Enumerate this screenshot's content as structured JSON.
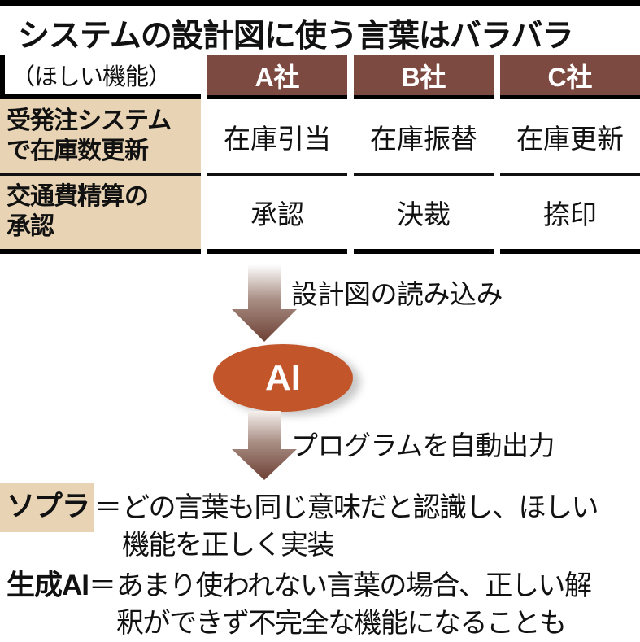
{
  "title": "システムの設計図に使う言葉はバラバラ",
  "table": {
    "corner_label": "（ほしい機能）",
    "columns": [
      "A社",
      "B社",
      "C社"
    ],
    "rows": [
      {
        "feature": "受発注システムで在庫数更新",
        "feature_lines": [
          "受発注システム",
          "で在庫数更新"
        ],
        "values": [
          "在庫引当",
          "在庫振替",
          "在庫更新"
        ]
      },
      {
        "feature": "交通費精算の承認",
        "feature_lines": [
          "交通費精算の",
          "承認"
        ],
        "values": [
          "承認",
          "決裁",
          "捺印"
        ]
      }
    ]
  },
  "flow": {
    "step1_label": "設計図の読み込み",
    "node_label": "AI",
    "step2_label": "プログラムを自動出力"
  },
  "definitions": [
    {
      "term": "ソプラ",
      "eq": "＝",
      "lines": [
        "どの言葉も同じ意味だと認識し、ほしい",
        "機能を正しく実装"
      ]
    },
    {
      "term": "生成AI",
      "eq": "＝",
      "lines": [
        "あまり使われない言葉の場合、正しい解",
        "釈ができず不完全な機能になることも"
      ]
    }
  ],
  "colors": {
    "header_brown": "#7d4a42",
    "cell_beige": "#e8d4b4",
    "ai_orange": "#c2552a",
    "arrow_dark": "#6e4035",
    "line_black": "#000000"
  }
}
